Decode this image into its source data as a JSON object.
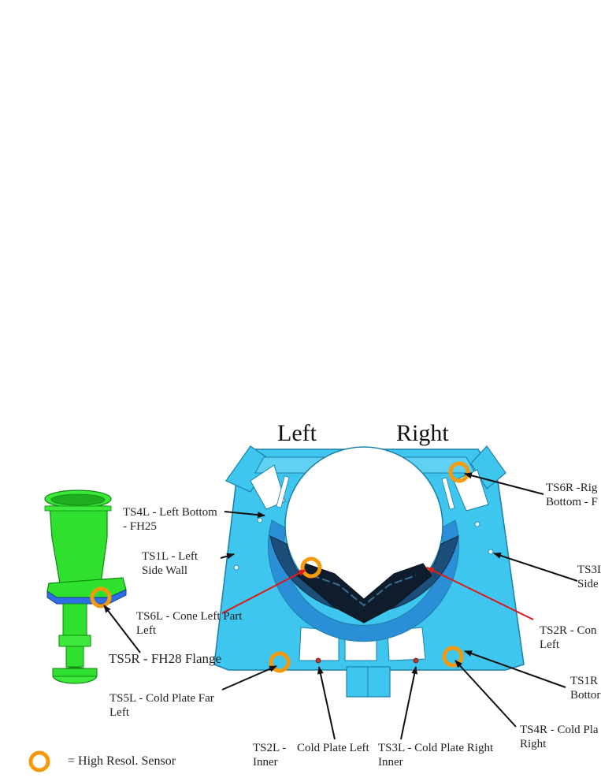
{
  "headings": {
    "left": "Left",
    "right": "Right"
  },
  "labels": {
    "ts4l": [
      "TS4L - Left Bottom",
      "- FH25"
    ],
    "ts1l": [
      "TS1L - Left",
      "Side Wall"
    ],
    "ts6l": [
      "TS6L - Cone Left Part",
      "Left"
    ],
    "ts5r": [
      "TS5R - FH28 Flange"
    ],
    "ts5l": [
      "TS5L - Cold Plate Far",
      "Left"
    ],
    "ts2l": [
      "TS2L -",
      "Inner"
    ],
    "cold_left": [
      "Cold Plate Left"
    ],
    "ts3l": [
      "TS3L - Cold Plate Right",
      "Inner"
    ],
    "ts6r": [
      "TS6R -Rig",
      "Bottom - F"
    ],
    "ts3r": [
      "TS3I",
      "Side"
    ],
    "ts2r": [
      "TS2R - Con",
      "Left"
    ],
    "ts1r": [
      "TS1R",
      "Bottor"
    ],
    "ts4r": [
      "TS4R - Cold Pla",
      "Right"
    ]
  },
  "legend": {
    "text": "= High Resol. Sensor"
  },
  "colors": {
    "frame": "#3fc6ee",
    "frame_edge": "#1d7fa6",
    "segment": "#2a8fd6",
    "segment_dark": "#1b4f7a",
    "cold_plate": "#0e1c2c",
    "cone_green": "#2fe02f",
    "cone_edge": "#118811",
    "flange_blue": "#2f6fe6",
    "sensor_ring": "#f59a0c",
    "arrow_black": "#111111",
    "arrow_red": "#e01818"
  }
}
